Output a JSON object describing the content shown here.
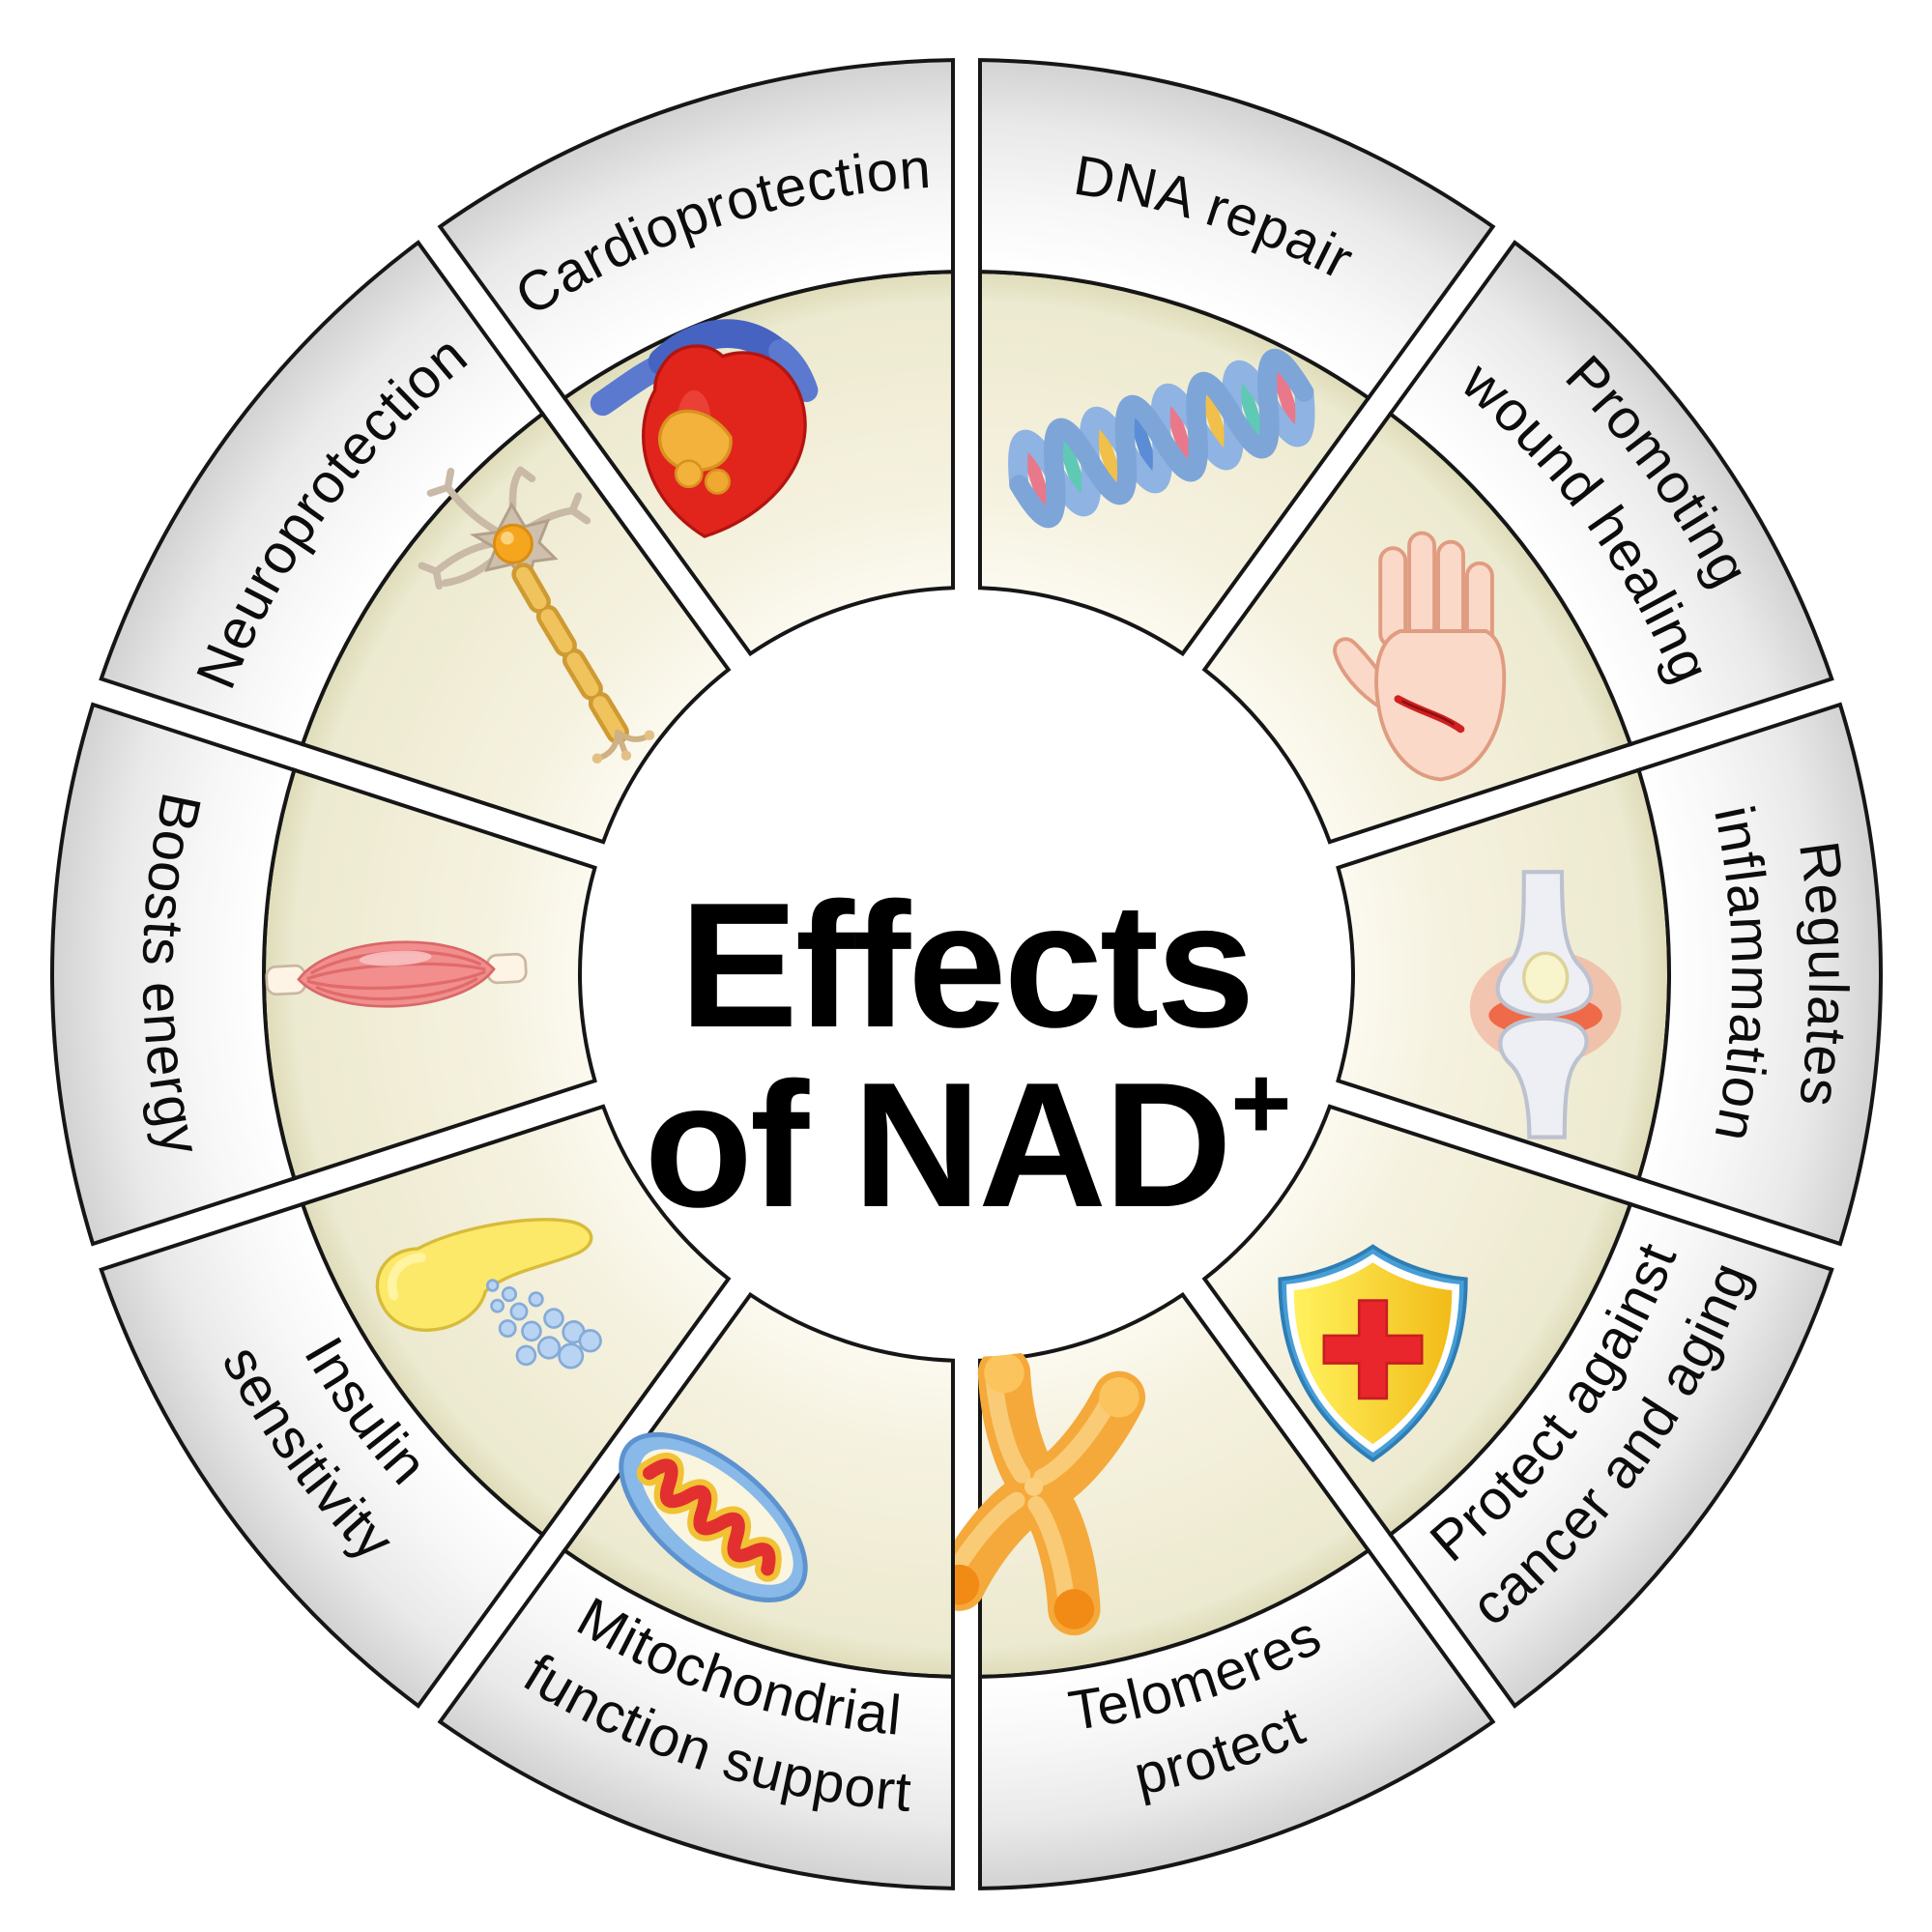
{
  "title": {
    "line1": "Effects",
    "line2": "of NAD",
    "superscript": "+"
  },
  "segments": [
    {
      "label_lines": [
        "DNA repair"
      ],
      "icon": "dna-helix-icon"
    },
    {
      "label_lines": [
        "Promoting",
        "wound healing"
      ],
      "icon": "wounded-hand-icon"
    },
    {
      "label_lines": [
        "Regulates",
        "inflammation"
      ],
      "icon": "knee-joint-icon"
    },
    {
      "label_lines": [
        "Protect against",
        "cancer and aging"
      ],
      "icon": "shield-cross-icon"
    },
    {
      "label_lines": [
        "Telomeres",
        "protect"
      ],
      "icon": "chromosome-icon"
    },
    {
      "label_lines": [
        "Mitochondrial",
        "function support"
      ],
      "icon": "mitochondrion-icon"
    },
    {
      "label_lines": [
        "Insulin",
        "sensitivity"
      ],
      "icon": "pancreas-icon"
    },
    {
      "label_lines": [
        "Boosts energy"
      ],
      "icon": "muscle-icon"
    },
    {
      "label_lines": [
        "Neuroprotection"
      ],
      "icon": "neuron-icon"
    },
    {
      "label_lines": [
        "Cardioprotection"
      ],
      "icon": "heart-icon"
    }
  ],
  "colors": {
    "background": "#ffffff",
    "outline": "#161616",
    "label_band_inner": "#ffffff",
    "label_band_outer": "#d2d2d2",
    "icon_band_inner": "#fcfaf0",
    "icon_band_edge": "#dfdcba",
    "title_text": "#000000",
    "label_text": "#0c0c0c",
    "shield_yellow": "#f7cf2e",
    "shield_blue": "#479ed6",
    "cross_red": "#e8262b",
    "heart_red": "#e2251c",
    "vessel_blue": "#5b79cf",
    "dna_strand_blue": "#8fb3e2",
    "chromosome_orange": "#f5a93a",
    "mitochondrion_blue": "#88b9e8",
    "cristae_red": "#e23030",
    "pancreas_yellow": "#fce96a",
    "insulin_drop_blue": "#b8d4f2",
    "muscle_pink": "#f28e8e",
    "skin": "#fad9c9",
    "wound_red": "#d02020",
    "neuron_soma_orange": "#f6a51f",
    "bone_gray": "#edeff4"
  }
}
